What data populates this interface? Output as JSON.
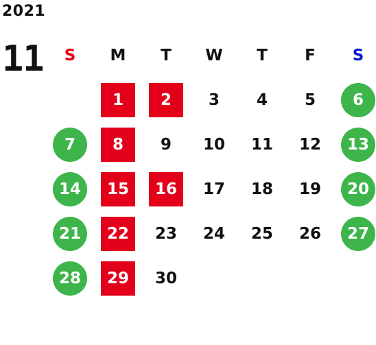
{
  "calendar": {
    "year": "2021",
    "month": "11",
    "colors": {
      "sunday_header": "#e60012",
      "saturday_header": "#0a14d0",
      "weekday_header": "#111111",
      "red_day_bg": "#e3001b",
      "green_day_bg": "#3db54a"
    },
    "weekdays": [
      {
        "label": "S",
        "kind": "sunday"
      },
      {
        "label": "M",
        "kind": "weekday"
      },
      {
        "label": "T",
        "kind": "weekday"
      },
      {
        "label": "W",
        "kind": "weekday"
      },
      {
        "label": "T",
        "kind": "weekday"
      },
      {
        "label": "F",
        "kind": "weekday"
      },
      {
        "label": "S",
        "kind": "saturday"
      }
    ],
    "weeks": [
      [
        null,
        {
          "d": "1",
          "s": "red"
        },
        {
          "d": "2",
          "s": "red"
        },
        {
          "d": "3",
          "s": ""
        },
        {
          "d": "4",
          "s": ""
        },
        {
          "d": "5",
          "s": ""
        },
        {
          "d": "6",
          "s": "green"
        }
      ],
      [
        {
          "d": "7",
          "s": "green"
        },
        {
          "d": "8",
          "s": "red"
        },
        {
          "d": "9",
          "s": ""
        },
        {
          "d": "10",
          "s": ""
        },
        {
          "d": "11",
          "s": ""
        },
        {
          "d": "12",
          "s": ""
        },
        {
          "d": "13",
          "s": "green"
        }
      ],
      [
        {
          "d": "14",
          "s": "green"
        },
        {
          "d": "15",
          "s": "red"
        },
        {
          "d": "16",
          "s": "red"
        },
        {
          "d": "17",
          "s": ""
        },
        {
          "d": "18",
          "s": ""
        },
        {
          "d": "19",
          "s": ""
        },
        {
          "d": "20",
          "s": "green"
        }
      ],
      [
        {
          "d": "21",
          "s": "green"
        },
        {
          "d": "22",
          "s": "red"
        },
        {
          "d": "23",
          "s": ""
        },
        {
          "d": "24",
          "s": ""
        },
        {
          "d": "25",
          "s": ""
        },
        {
          "d": "26",
          "s": ""
        },
        {
          "d": "27",
          "s": "green"
        }
      ],
      [
        {
          "d": "28",
          "s": "green"
        },
        {
          "d": "29",
          "s": "red"
        },
        {
          "d": "30",
          "s": ""
        },
        null,
        null,
        null,
        null
      ]
    ]
  }
}
